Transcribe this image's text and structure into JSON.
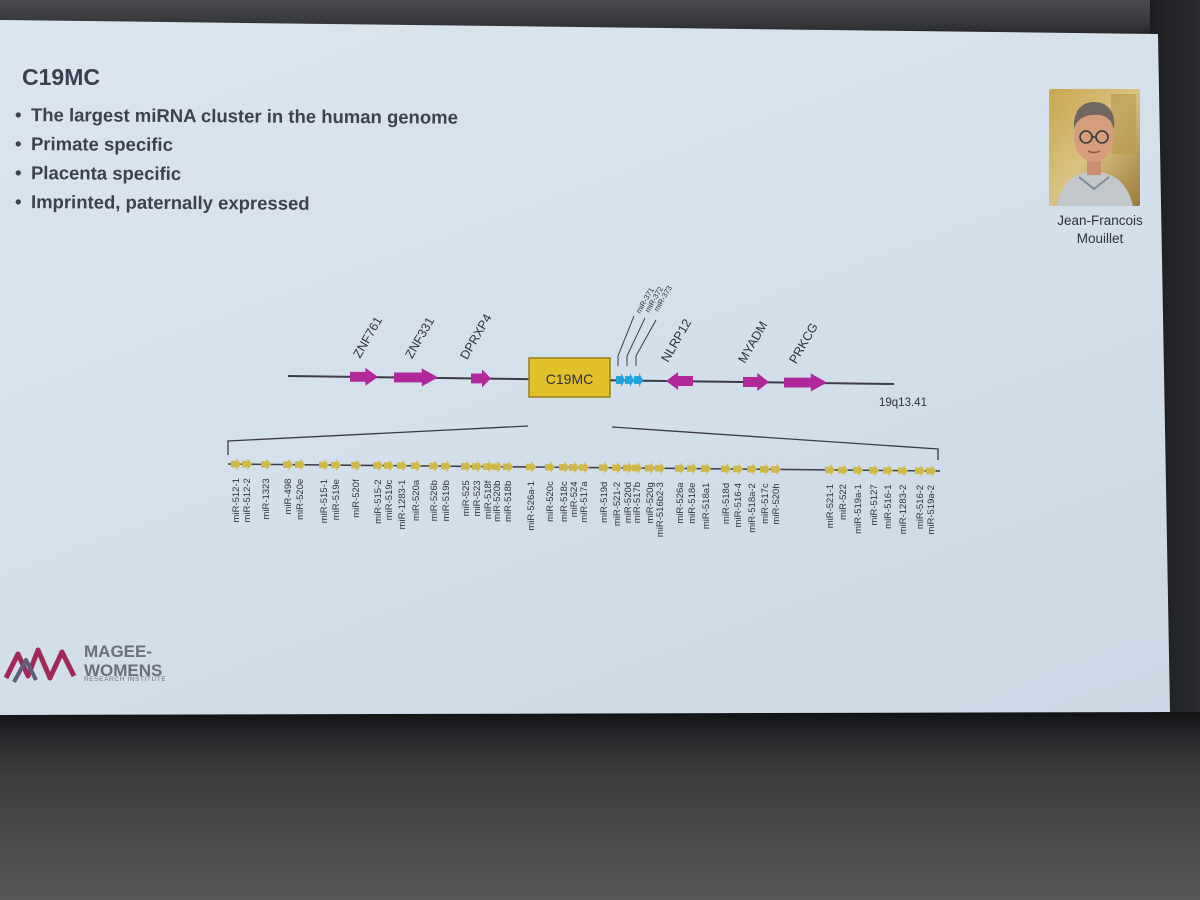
{
  "slide": {
    "title": "C19MC",
    "bullets": [
      "The largest miRNA cluster in the human genome",
      "Primate specific",
      "Placenta specific",
      "Imprinted, paternally expressed"
    ],
    "portrait_caption": "Jean-Francois Mouillet",
    "logo": {
      "line1": "MAGEE-",
      "line2": "WOMENS",
      "line3": "RESEARCH INSTITUTE"
    }
  },
  "diagram": {
    "locus": "19q13.41",
    "cluster_box": "C19MC",
    "genes": [
      "ZNF761",
      "ZNF331",
      "DPRXP4",
      "NLRP12",
      "MYADM",
      "PRKCG"
    ],
    "mir_small": [
      "miR-371",
      "miR-372",
      "miR-373"
    ],
    "mirnas": [
      "miR-512-1",
      "miR-512-2",
      "miR-1323",
      "miR-498",
      "miR-520e",
      "miR-515-1",
      "miR-519e",
      "miR-520f",
      "miR-515-2",
      "miR-519c",
      "miR-1283-1",
      "miR-520a",
      "miR-526b",
      "miR-519b",
      "miR-525",
      "miR-523",
      "miR-518f",
      "miR-520b",
      "miR-518b",
      "miR-526a-1",
      "miR-520c",
      "miR-518c",
      "miR-524",
      "miR-517a",
      "miR-519d",
      "miR-521-2",
      "miR-520d",
      "miR-517b",
      "miR-520g",
      "miR-516b2-3",
      "miR-526a",
      "miR-518e",
      "miR-518a1",
      "miR-518d",
      "miR-516-4",
      "miR-518a-2",
      "miR-517c",
      "miR-520h",
      "miR-521-1",
      "miR-522",
      "miR-519a-1",
      "miR-5127",
      "miR-516-1",
      "miR-1283-2",
      "miR-516-2",
      "miR-519a-2"
    ],
    "colors": {
      "gene_arrow": "#b0289a",
      "cluster_box_fill": "#e2c02a",
      "mir_small_arrow": "#1ca3e0",
      "mirna_arrow": "#cfb94a",
      "line": "#3c3c48"
    }
  }
}
